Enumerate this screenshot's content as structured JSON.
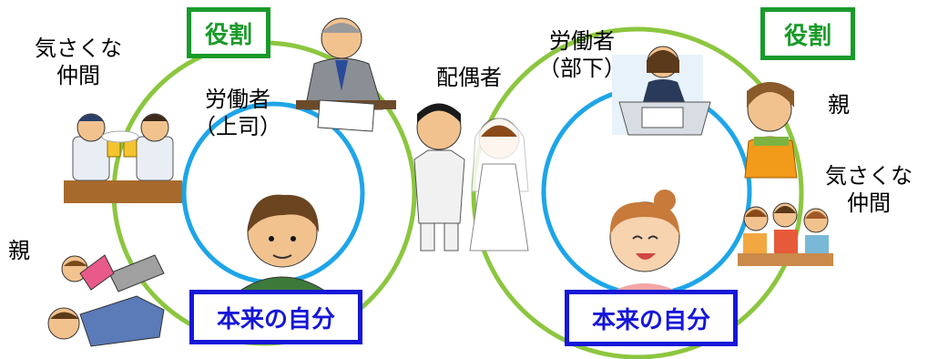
{
  "colors": {
    "outer_ring": "#8cc63f",
    "inner_ring": "#1ea5e8",
    "role_box": "#1a9a2a",
    "self_box": "#1616d8"
  },
  "left": {
    "role_label": "役割",
    "self_label": "本来の自分",
    "friends": [
      "気さくな",
      "仲間"
    ],
    "boss": [
      "労働者",
      "（上司）"
    ],
    "parent": "親"
  },
  "center": {
    "spouse": "配偶者"
  },
  "right": {
    "role_label": "役割",
    "self_label": "本来の自分",
    "subordinate": [
      "労働者",
      "（部下）"
    ],
    "parent": "親",
    "friends": [
      "気さくな",
      "仲間"
    ]
  },
  "illustrations": [
    "friends-drinking",
    "businessman-boss",
    "bride-groom",
    "office-worker-woman",
    "mother",
    "women-friends-tea",
    "father-child-play",
    "boy-self",
    "woman-self"
  ]
}
